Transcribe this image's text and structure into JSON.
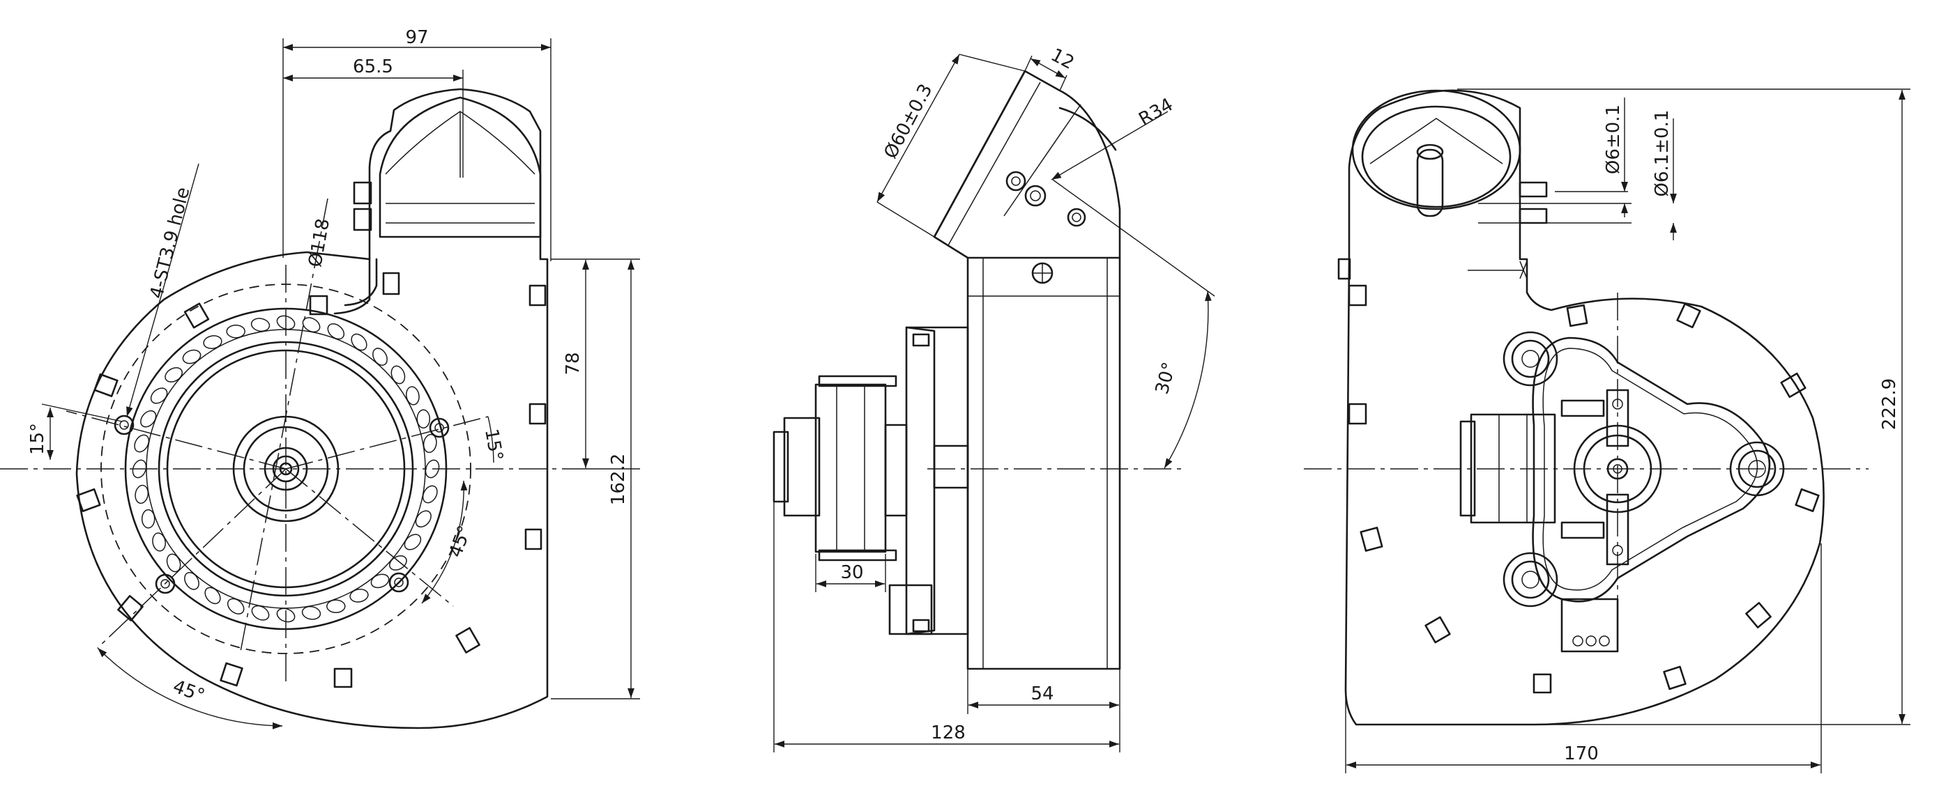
{
  "drawing": {
    "front_view": {
      "dims": {
        "width_97": "97",
        "width_65_5": "65.5",
        "diameter_118": "Ø118",
        "height_78": "78",
        "height_162_2": "162.2",
        "angle_15_left": "15°",
        "angle_15_right": "15°",
        "angle_45_right": "45°",
        "angle_45_bottom": "45°",
        "hole_note": "4-ST3.9 hole"
      }
    },
    "side_view": {
      "dims": {
        "diameter_60": "Ø60±0.3",
        "width_12": "12",
        "radius_34": "R34",
        "angle_30": "30°",
        "width_30": "30",
        "width_54": "54",
        "width_128": "128"
      }
    },
    "rear_view": {
      "dims": {
        "diameter_6": "Ø6±0.1",
        "diameter_6_1": "Ø6.1±0.1",
        "height_222_9": "222.9",
        "width_170": "170"
      }
    }
  }
}
